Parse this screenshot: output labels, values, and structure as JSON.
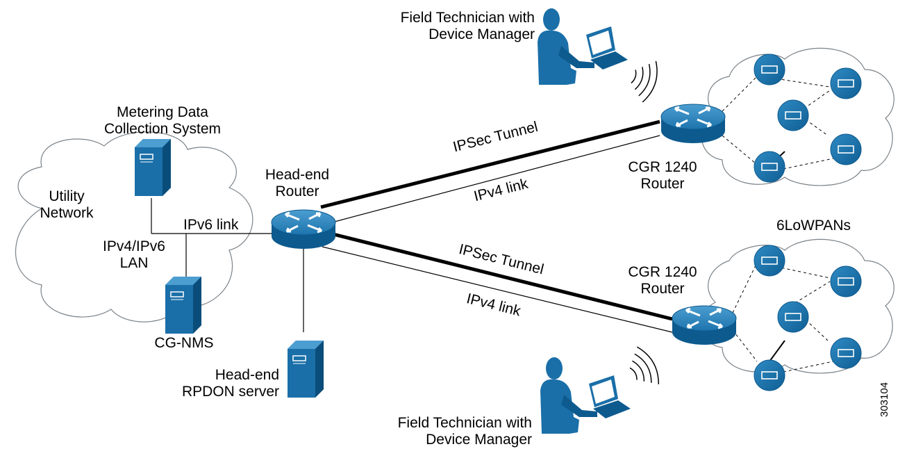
{
  "clouds": {
    "utility": {
      "line1": "Utility",
      "line2": "Network",
      "lan_line1": "IPv4/IPv6",
      "lan_line2": "LAN"
    }
  },
  "servers": {
    "metering": {
      "line1": "Metering Data",
      "line2": "Collection System"
    },
    "cg_nms": {
      "label": "CG-NMS"
    },
    "rpdon": {
      "line1": "Head-end",
      "line2": "RPDON server"
    }
  },
  "routers": {
    "headend": {
      "line1": "Head-end",
      "line2": "Router"
    },
    "cgr_top": {
      "line1": "CGR 1240",
      "line2": "Router"
    },
    "cgr_bottom": {
      "line1": "CGR 1240",
      "line2": "Router"
    }
  },
  "links": {
    "ipv6": "IPv6 link",
    "ipsec_top": "IPSec Tunnel",
    "ipv4_top": "IPv4 link",
    "ipsec_bottom": "IPSec Tunnel",
    "ipv4_bottom": "IPv4 link"
  },
  "technicians": {
    "top": {
      "line1": "Field Technician with",
      "line2": "Device Manager"
    },
    "bottom": {
      "line1": "Field Technician with",
      "line2": "Device Manager"
    }
  },
  "mesh": {
    "label": "6LoWPANs"
  },
  "figure_id": "303104",
  "colors": {
    "device": "#1a6fa8",
    "device_dark": "#0d5a8e",
    "cloud_stroke": "#7a8288",
    "line": "#000000"
  }
}
